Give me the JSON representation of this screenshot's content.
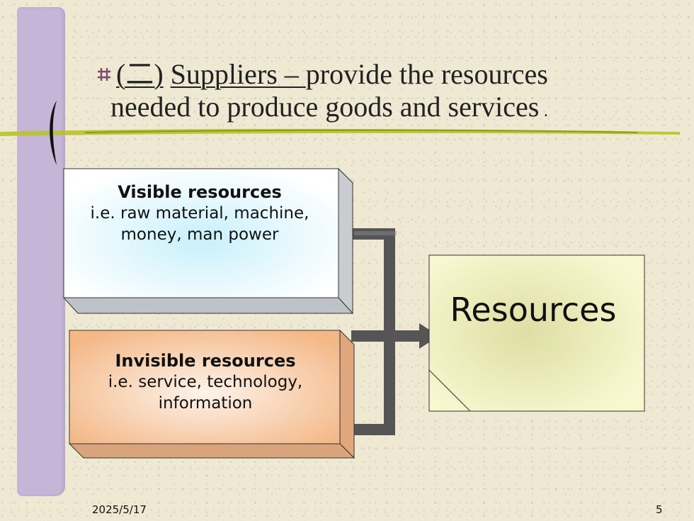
{
  "slide": {
    "title_marker": "(二)",
    "title_link": "Suppliers – ",
    "title_rest": "provide the resources",
    "title_line2": "needed to produce goods and services",
    "title_end": "."
  },
  "diagram": {
    "visible_box": {
      "heading": "Visible resources",
      "body": "i.e. raw material, machine, money, man power"
    },
    "invisible_box": {
      "heading": "Invisible resources",
      "body": "i.e. service, technology, information"
    },
    "result_box": {
      "label": "Resources"
    }
  },
  "footer": {
    "date": "2025/5/17",
    "page": "5"
  },
  "colors": {
    "sidebar": "#c5b5d6",
    "accent_line": "#b8c22a",
    "visible_fill": "#eaf7fb",
    "invisible_fill": "#f7c9a0",
    "result_fill": "#f4f3c6",
    "connector": "#555555"
  },
  "icons": {
    "bullet": "hash-bullet-icon"
  }
}
